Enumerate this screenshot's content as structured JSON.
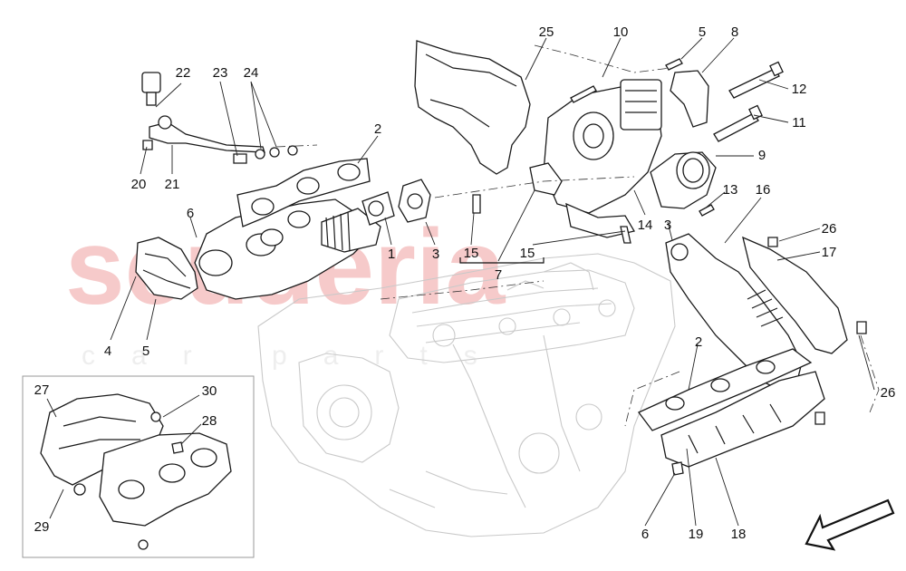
{
  "watermark": {
    "brand": "scuderia",
    "subtitle": "car parts",
    "color": "#f6caca"
  },
  "callouts": {
    "c25": "25",
    "c10": "10",
    "c5a": "5",
    "c8": "8",
    "c12": "12",
    "c11": "11",
    "c9": "9",
    "c13": "13",
    "c16": "16",
    "c3a": "3",
    "c14": "14",
    "c26a": "26",
    "c17": "17",
    "c22": "22",
    "c23": "23",
    "c24": "24",
    "c2a": "2",
    "c20": "20",
    "c21": "21",
    "c6a": "6",
    "c1": "1",
    "c3b": "3",
    "c15a": "15",
    "c15b": "15",
    "c7": "7",
    "c4": "4",
    "c5b": "5",
    "c2b": "2",
    "c26b": "26",
    "c27": "27",
    "c30": "30",
    "c28": "28",
    "c29": "29",
    "c6b": "6",
    "c19": "19",
    "c18": "18"
  },
  "icons": {
    "direction_arrow": "front-direction-arrow-icon"
  }
}
